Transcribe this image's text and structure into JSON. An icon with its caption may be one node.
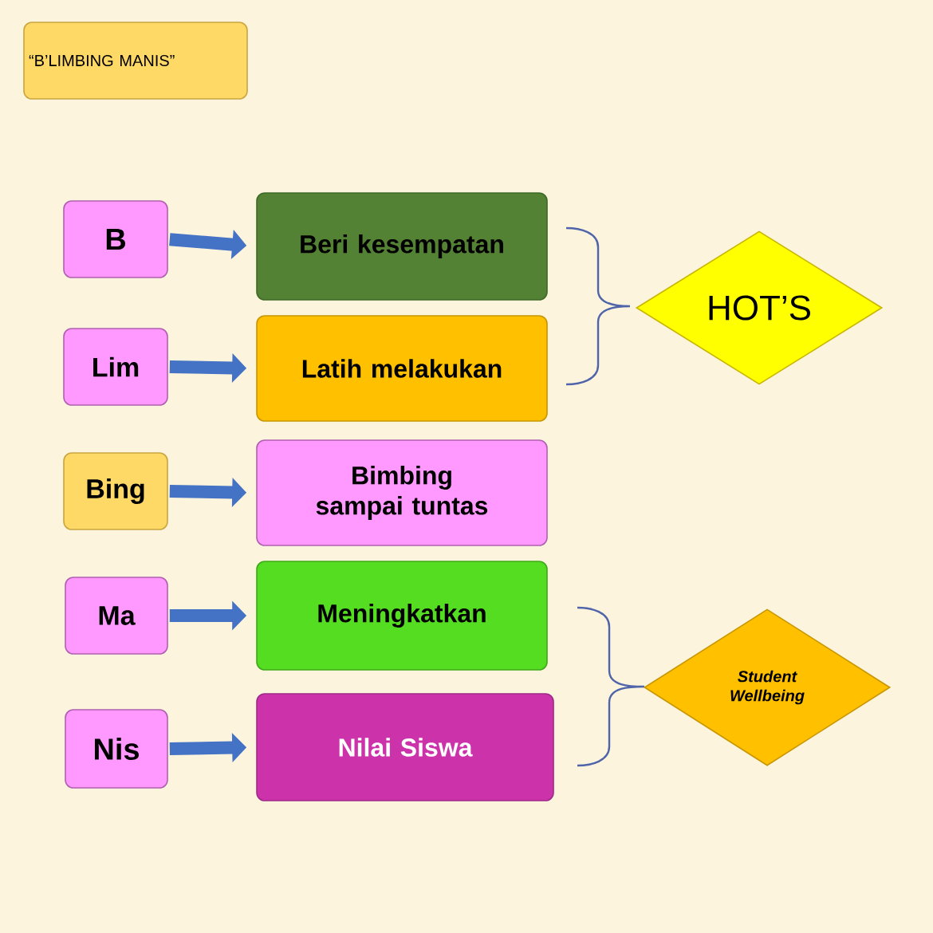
{
  "diagram": {
    "nodes": [
      {
        "text": [
          "“B’LIMBING MANIS”"
        ]
      },
      {
        "text": [
          "B"
        ]
      },
      {
        "text": [
          "Beri kesempatan"
        ]
      },
      {
        "text": [
          "Lim"
        ]
      },
      {
        "text": [
          "Latih melakukan"
        ]
      },
      {
        "text": [
          "HOT’S"
        ]
      },
      {
        "text": [
          "Bing"
        ]
      },
      {
        "text": [
          "Bimbing sampai tuntas"
        ]
      },
      {
        "text": [
          "Ma"
        ]
      },
      {
        "text": [
          "Meningkatkan"
        ]
      },
      {
        "text": [
          "Nis"
        ]
      },
      {
        "text": [
          "Nilai Siswa"
        ]
      },
      {
        "text": [
          "Student Wellbeing"
        ]
      }
    ],
    "edges": [
      {
        "from": 1,
        "to": 2,
        "arrow": "to"
      },
      {
        "from": 3,
        "to": 4,
        "arrow": "to"
      },
      {
        "from": 6,
        "to": 7,
        "arrow": "to"
      },
      {
        "from": 8,
        "to": 9,
        "arrow": "to"
      },
      {
        "from": 10,
        "to": 11,
        "arrow": "to"
      }
    ]
  }
}
